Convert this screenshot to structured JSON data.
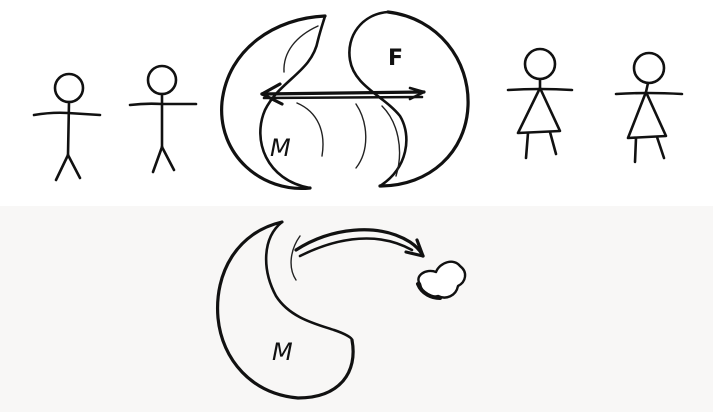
{
  "diagram": {
    "top_panel": {
      "label_f": "F",
      "label_m": "M",
      "colors": {
        "ink": "#111111",
        "background": "#ffffff"
      }
    },
    "bottom_panel": {
      "label_m": "M",
      "colors": {
        "ink": "#111111",
        "background": "#f8f7f6"
      }
    },
    "icons": [
      "male-stick-figure-icon",
      "female-stick-figure-icon",
      "yin-yang-icon",
      "arrow-icon",
      "blob-icon"
    ]
  }
}
